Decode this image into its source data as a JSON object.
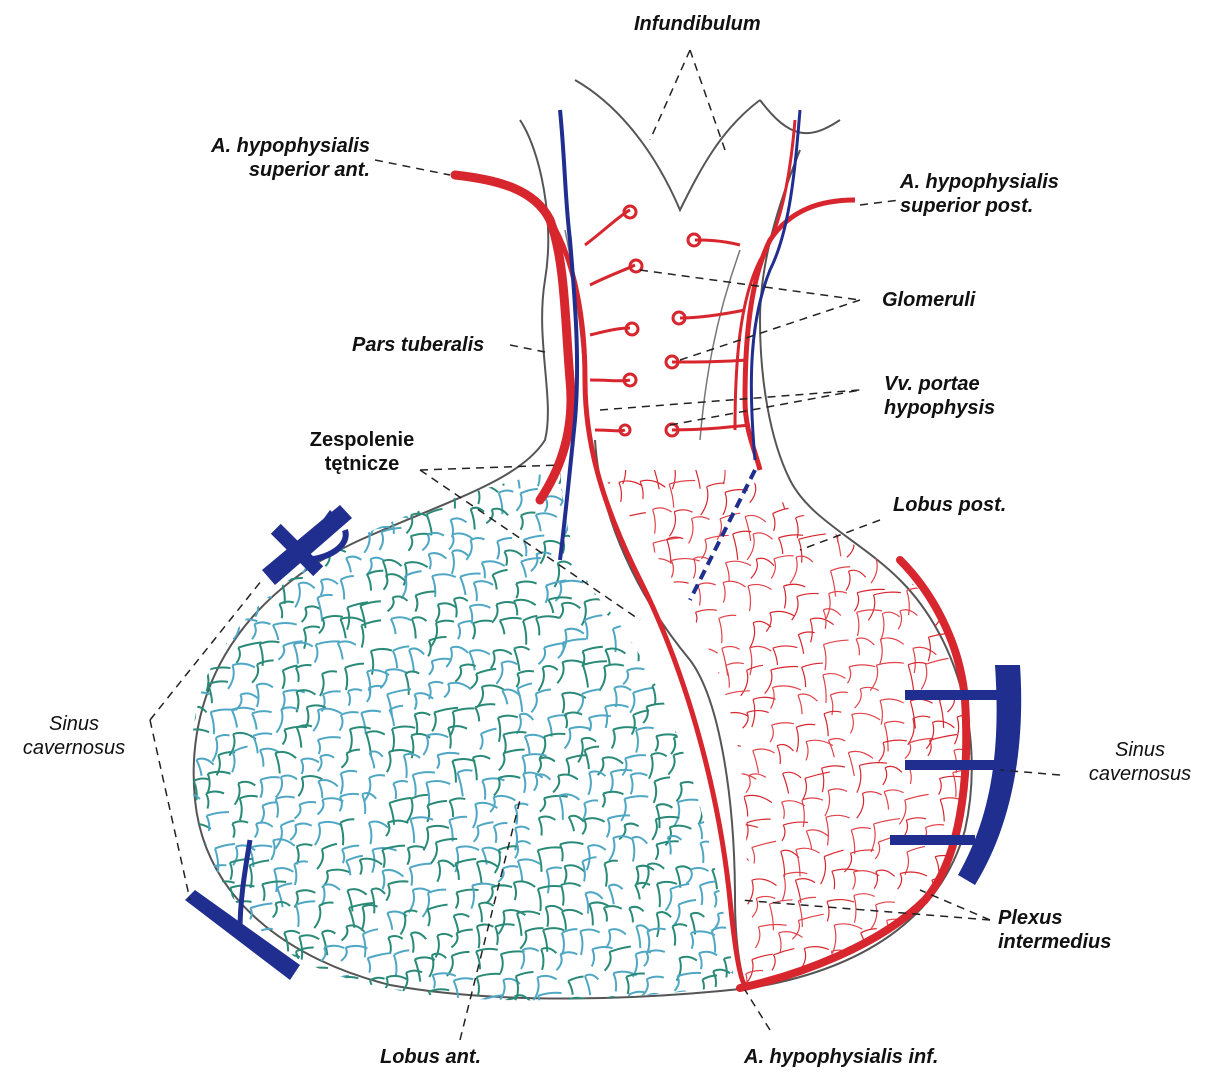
{
  "colors": {
    "background": "#ffffff",
    "outline": "#555555",
    "artery": "#d7262e",
    "vein": "#1f2e8f",
    "anterior_capillary": "#2a8a78",
    "anterior_capillary_light": "#4fa7c4",
    "posterior_capillary": "#e0434a",
    "leader": "#222222"
  },
  "labels": {
    "infundibulum": "Infundibulum",
    "a_hyp_sup_ant_1": "A. hypophysialis",
    "a_hyp_sup_ant_2": "superior ant.",
    "a_hyp_sup_post_1": "A. hypophysialis",
    "a_hyp_sup_post_2": "superior post.",
    "glomeruli": "Glomeruli",
    "pars_tuberalis": "Pars tuberalis",
    "vv_portae_1": "Vv. portae",
    "vv_portae_2": "hypophysis",
    "zespolenie_1": "Zespolenie",
    "zespolenie_2": "tętnicze",
    "lobus_post": "Lobus post.",
    "sinus_left_1": "Sinus",
    "sinus_left_2": "cavernosus",
    "sinus_right_1": "Sinus",
    "sinus_right_2": "cavernosus",
    "plexus_1": "Plexus",
    "plexus_2": "intermedius",
    "lobus_ant": "Lobus ant.",
    "a_hyp_inf": "A. hypophysialis inf."
  }
}
